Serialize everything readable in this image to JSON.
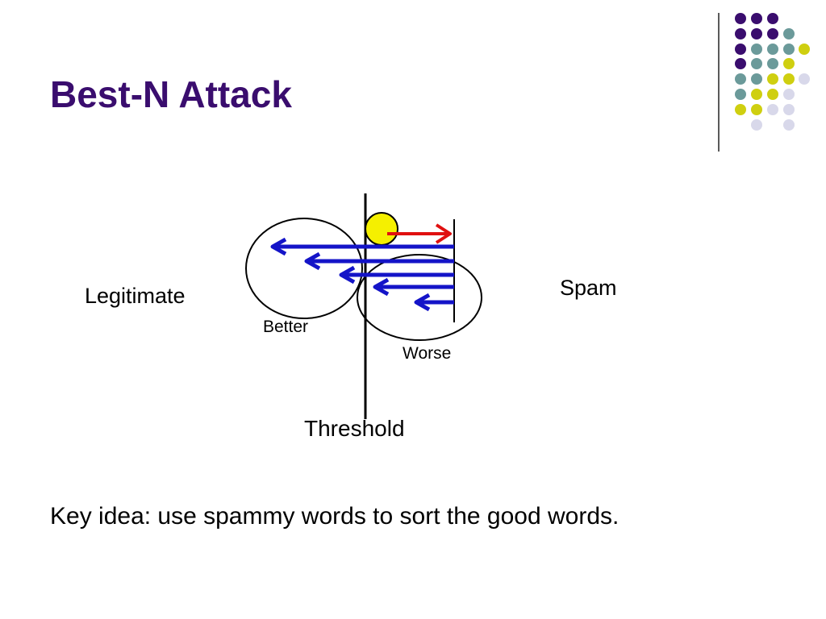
{
  "slide": {
    "title": "Best-N Attack",
    "key_idea": "Key idea: use spammy words to sort the good words."
  },
  "diagram": {
    "labels": {
      "legitimate": "Legitimate",
      "spam": "Spam",
      "threshold": "Threshold",
      "better": "Better",
      "worse": "Worse"
    },
    "colors": {
      "title": "#3a0d6e",
      "arrow_blue": "#1414c8",
      "arrow_red": "#e01010",
      "message_circle": "#f5f000"
    }
  },
  "decoration": {
    "dot_colors": {
      "purple": "#3a0d6e",
      "teal": "#6b9a9a",
      "lime": "#cfcf10",
      "lavender": "#d8d8ea"
    }
  }
}
